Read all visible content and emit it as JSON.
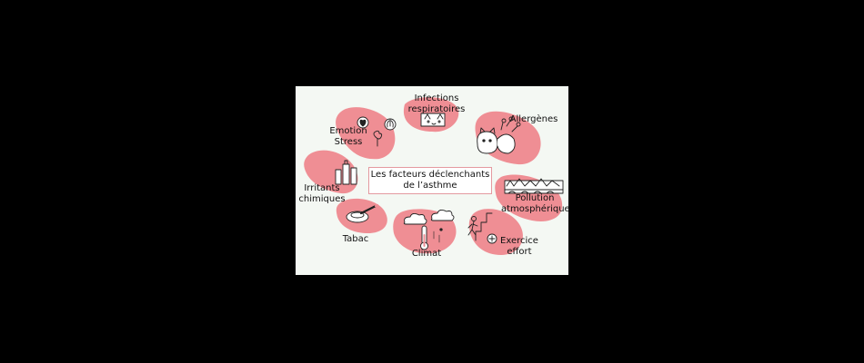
{
  "diagram": {
    "title_line1": "Les facteurs déclenchants",
    "title_line2": "de l’asthme",
    "factors": {
      "infections": [
        "Infections",
        "respiratoires"
      ],
      "allergenes": [
        "Allergènes"
      ],
      "emotion": [
        "Emotion",
        "Stress"
      ],
      "irritants": [
        "Irritants",
        "chimiques"
      ],
      "pollution": [
        "Pollution",
        "atmosphérique"
      ],
      "tabac": [
        "Tabac"
      ],
      "climat": [
        "Climat"
      ],
      "exercice": [
        "Exercice",
        "effort"
      ]
    }
  },
  "colors": {
    "background": "#000000",
    "panel": "#f4f8f3",
    "blob": "#ef8e94",
    "box_border": "#e49aa0",
    "ink": "#222222"
  },
  "icons": [
    "heart-icon",
    "lungs-icon",
    "cat-face-icon",
    "cat-and-dog-icon",
    "spray-bottles-icon",
    "bridge-city-icon",
    "cigarette-ashtray-icon",
    "clouds-thermometer-icon",
    "runner-stairs-icon"
  ]
}
